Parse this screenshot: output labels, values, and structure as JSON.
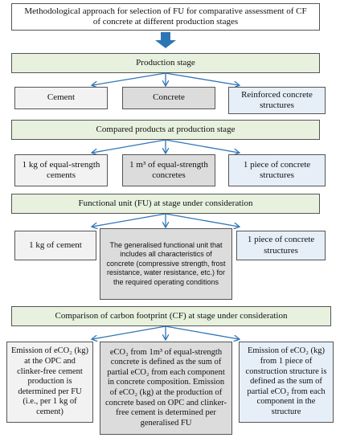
{
  "title": "Methodological approach for selection of FU for comparative assessment of CF of concrete at different production stages",
  "production_stage": {
    "header": "Production stage",
    "items": [
      "Cement",
      "Concrete",
      "Reinforced concrete structures"
    ]
  },
  "compared_products": {
    "header": "Compared products at production stage",
    "items": [
      "1 kg of equal-strength cements",
      "1 m³ of equal-strength concretes",
      "1 piece of concrete structures"
    ]
  },
  "functional_unit": {
    "header": "Functional unit (FU) at stage under consideration",
    "items": [
      "1 kg of cement",
      "The generalised functional unit that includes all characteristics of concrete (compressive strength, frost resistance, water resistance, etc.) for the required operating conditions",
      "1 piece of concrete structures"
    ]
  },
  "comparison_cf": {
    "header": "Comparison of carbon footprint (CF) at stage under consideration",
    "items": [
      "Emission of eCO₂ (kg) at the OPC and clinker-free cement production is determined per FU (i.e., per 1 kg of cement)",
      "eCO₂ from 1m³ of equal-strength concrete is defined as the sum of partial eCO₂ from each component in concrete composition. Emission of eCO₂ (kg) at the production of concrete based on OPC and clinker-free cement is determined per generalised FU",
      "Emission of eCO₂ (kg) from 1 piece of construction structure is defined as the sum of partial eCO₂ from each component in the structure"
    ]
  },
  "colors": {
    "arrow": "#2e75b6",
    "stage_header": "#e8f1de",
    "blue_box": "#e6eff8",
    "grey_box": "#dcdcdc"
  }
}
